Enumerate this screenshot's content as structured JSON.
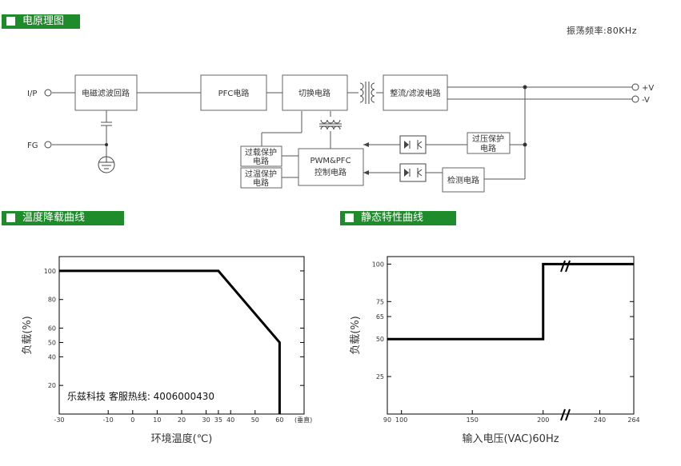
{
  "sections": {
    "circuit_title": "电原理图",
    "derating_title": "温度降载曲线",
    "static_title": "静态特性曲线"
  },
  "frequency_label": "振荡频率:80KHz",
  "circuit": {
    "terminals": {
      "input": "I/P",
      "ground": "FG",
      "pos": "+V",
      "neg": "-V"
    },
    "blocks": {
      "emi": "电磁滤波回路",
      "pfc": "PFC电路",
      "switch": "切换电路",
      "rectify": "整流/滤波电路",
      "pwm_line1": "PWM&PFC",
      "pwm_line2": "控制电路",
      "olp_line1": "过载保护",
      "olp_line2": "电路",
      "otp_line1": "过温保护",
      "otp_line2": "电路",
      "ovp_line1": "过压保护",
      "ovp_line2": "电路",
      "detect": "检测电路"
    }
  },
  "chart_data": [
    {
      "type": "line",
      "title": "温度降载曲线",
      "xlabel": "环境温度(℃)",
      "x_unit_note": "(垂直)",
      "ylabel": "负载(%)",
      "xlim": [
        -30,
        70
      ],
      "ylim": [
        0,
        110
      ],
      "xticks": [
        -30,
        -10,
        0,
        10,
        20,
        30,
        35,
        40,
        50,
        60
      ],
      "yticks": [
        20,
        40,
        50,
        60,
        80,
        100
      ],
      "x": [
        -30,
        35,
        60,
        60
      ],
      "y": [
        100,
        100,
        50,
        0
      ]
    },
    {
      "type": "line",
      "title": "静态特性曲线",
      "xlabel": "输入电压(VAC)60Hz",
      "ylabel": "负载(%)",
      "xlim": [
        90,
        264
      ],
      "ylim": [
        0,
        105
      ],
      "xticks": [
        90,
        100,
        150,
        200,
        240,
        264
      ],
      "yticks": [
        25,
        50,
        65,
        75,
        100
      ],
      "x": [
        90,
        200,
        200,
        264
      ],
      "y": [
        50,
        50,
        100,
        100
      ]
    }
  ],
  "watermark": "乐兹科技 客服热线: 4006000430"
}
